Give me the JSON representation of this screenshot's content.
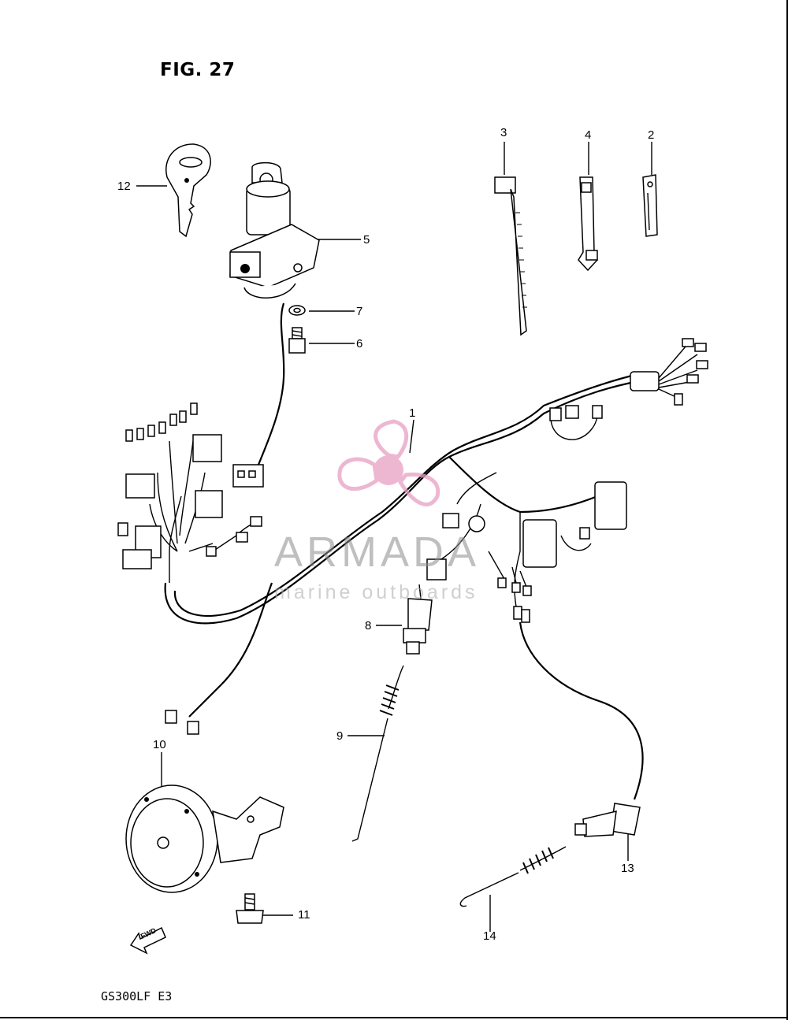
{
  "figure": {
    "title": "FIG. 27",
    "model": "GS300LF  E3"
  },
  "parts": [
    {
      "ref": "1",
      "name": "wiring-harness"
    },
    {
      "ref": "2",
      "name": "clamp"
    },
    {
      "ref": "3",
      "name": "cable-tie"
    },
    {
      "ref": "4",
      "name": "clamp"
    },
    {
      "ref": "5",
      "name": "ignition-switch"
    },
    {
      "ref": "6",
      "name": "screw"
    },
    {
      "ref": "7",
      "name": "washer"
    },
    {
      "ref": "8",
      "name": "brake-switch"
    },
    {
      "ref": "9",
      "name": "spring"
    },
    {
      "ref": "10",
      "name": "horn"
    },
    {
      "ref": "11",
      "name": "bolt"
    },
    {
      "ref": "12",
      "name": "key"
    },
    {
      "ref": "13",
      "name": "brake-light-switch"
    },
    {
      "ref": "14",
      "name": "spring"
    }
  ],
  "watermark": {
    "brand": "ARMADA",
    "tagline": "marine outboards",
    "color": "#e79fc4"
  },
  "fwd_label": "FWD"
}
